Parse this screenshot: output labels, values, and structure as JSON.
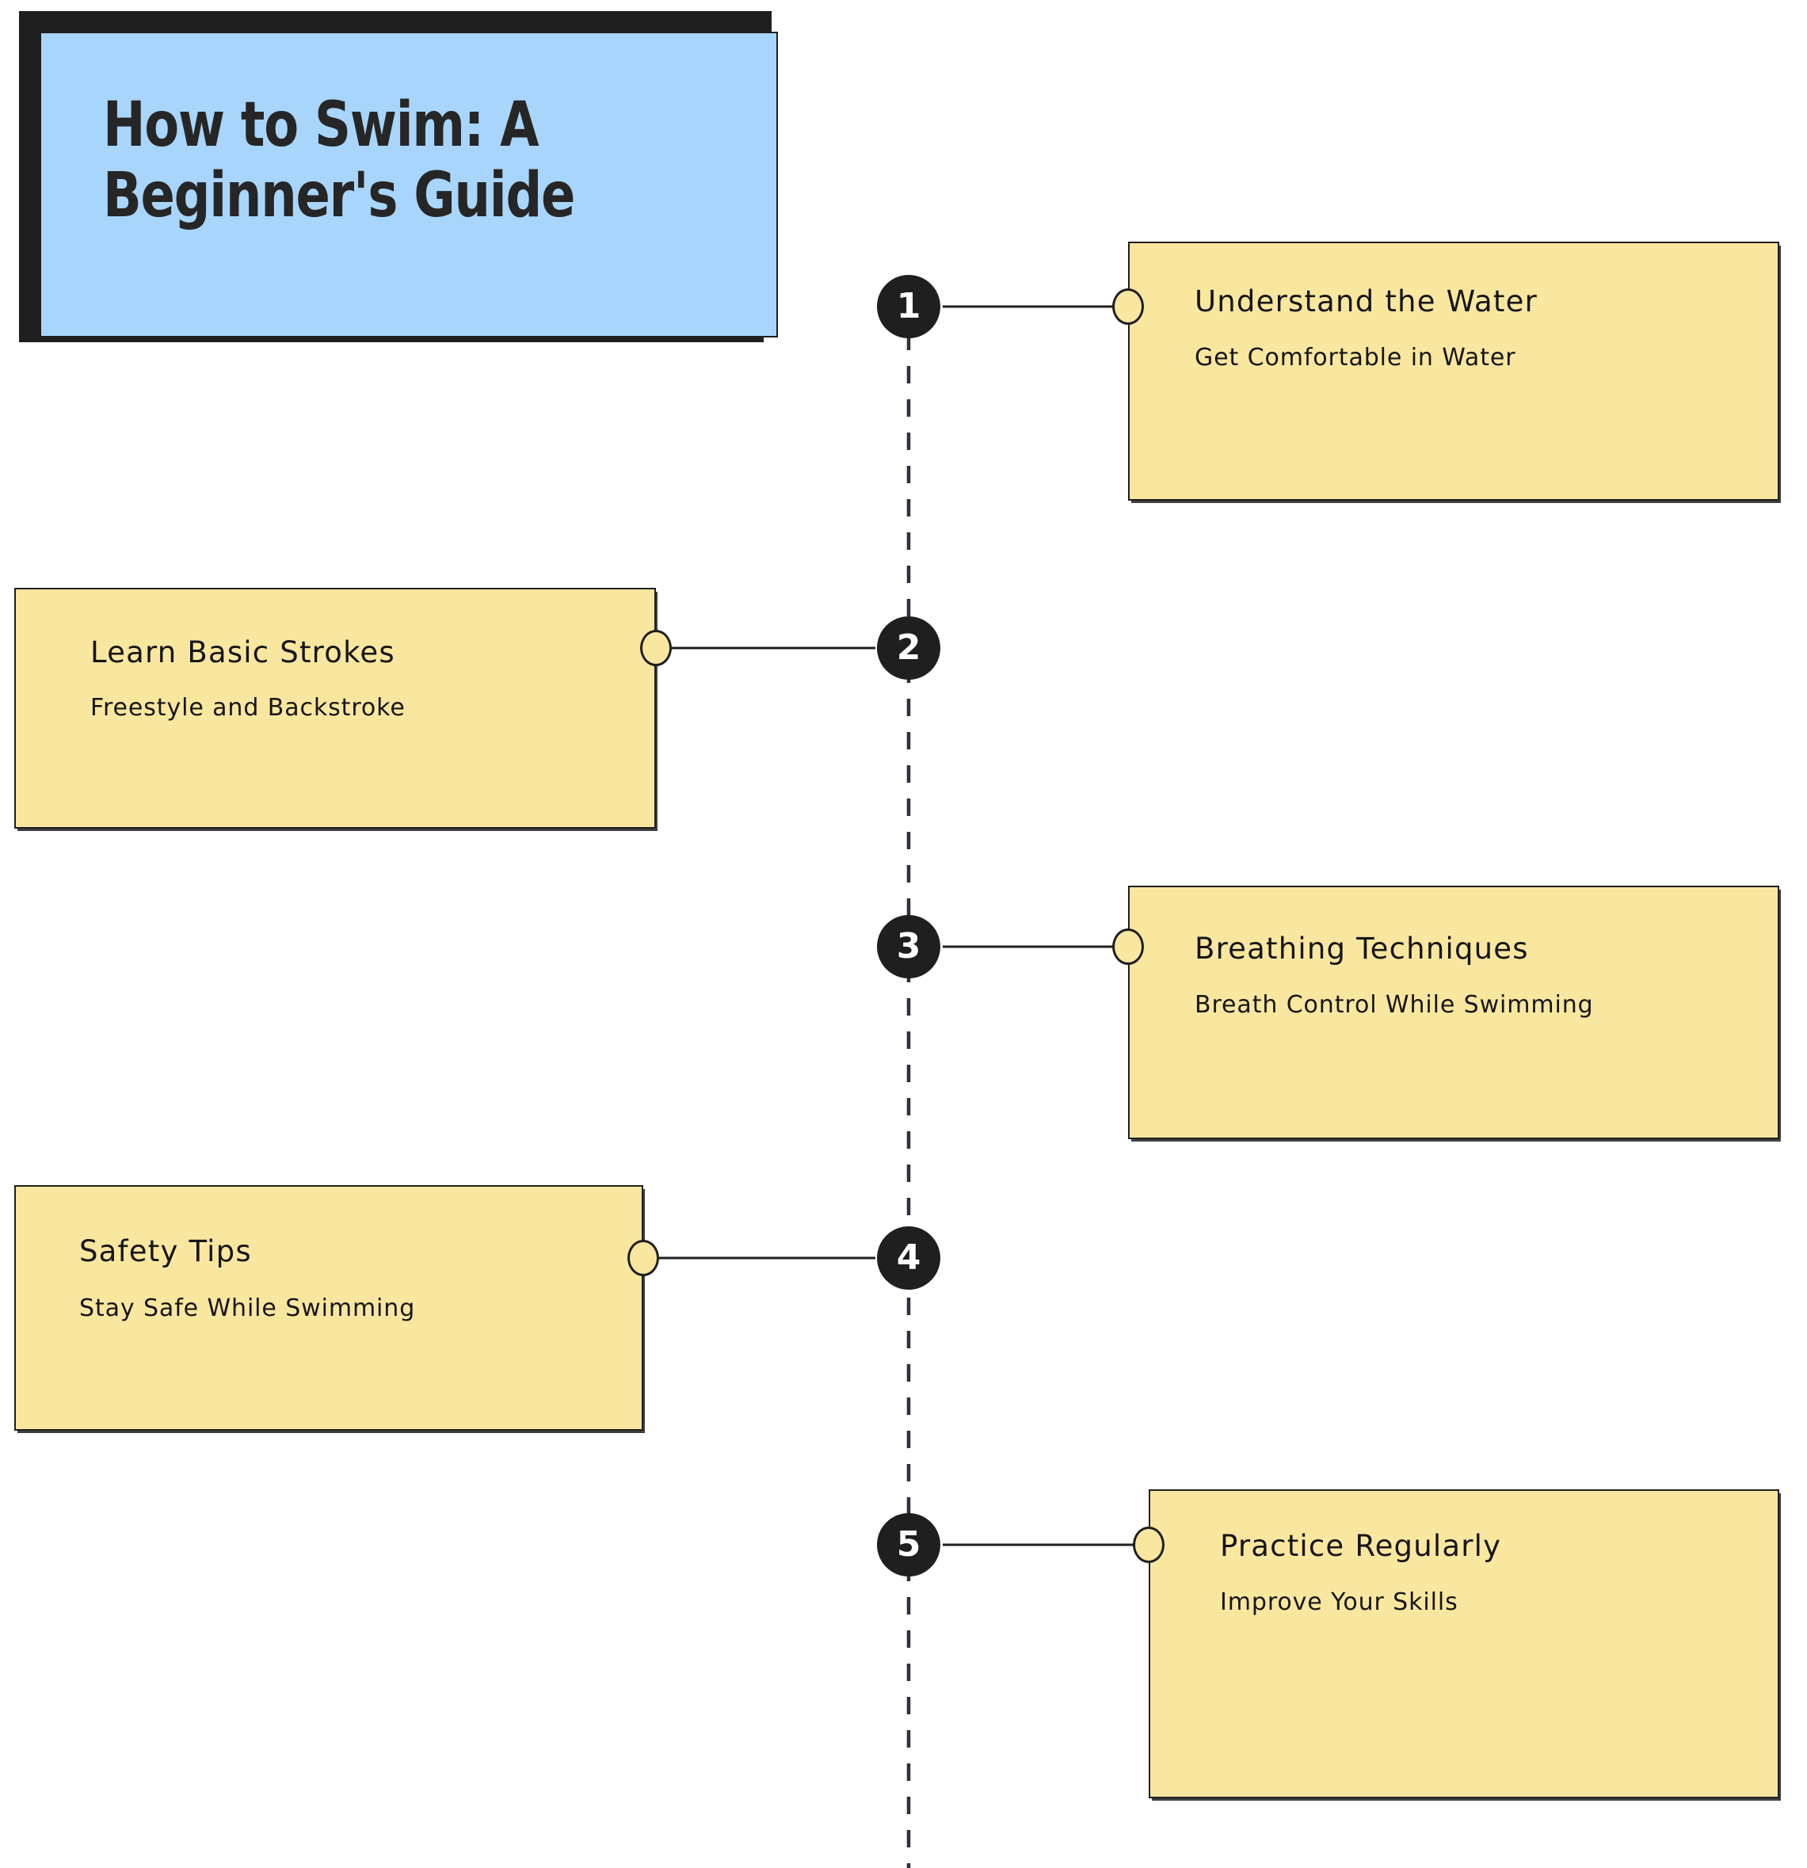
{
  "document": {
    "title": "How to Swim: A Beginner's Guide",
    "title_lines": "How to Swim: A\nBeginner's Guide",
    "type": "vertical-timeline-infographic"
  },
  "colors": {
    "background": "#ffffff",
    "title_card_fill": "#a8d5fb",
    "step_card_fill": "#fae79f",
    "ink": "#1f1f1f",
    "title_text": "#262626",
    "spine": "#2b323c",
    "node_fill": "#1f1f1f",
    "node_text": "#ffffff"
  },
  "timeline": {
    "spine_label": "dashed-vertical-spine",
    "step_count": 5,
    "steps": [
      {
        "number": "1",
        "title": "Understand the Water",
        "subtitle": "Get Comfortable in Water",
        "side": "right"
      },
      {
        "number": "2",
        "title": "Learn Basic Strokes",
        "subtitle": "Freestyle and Backstroke",
        "side": "left"
      },
      {
        "number": "3",
        "title": "Breathing Techniques",
        "subtitle": "Breath Control While Swimming",
        "side": "right"
      },
      {
        "number": "4",
        "title": "Safety Tips",
        "subtitle": "Stay Safe While Swimming",
        "side": "left"
      },
      {
        "number": "5",
        "title": "Practice Regularly",
        "subtitle": "Improve Your Skills",
        "side": "right"
      }
    ]
  }
}
